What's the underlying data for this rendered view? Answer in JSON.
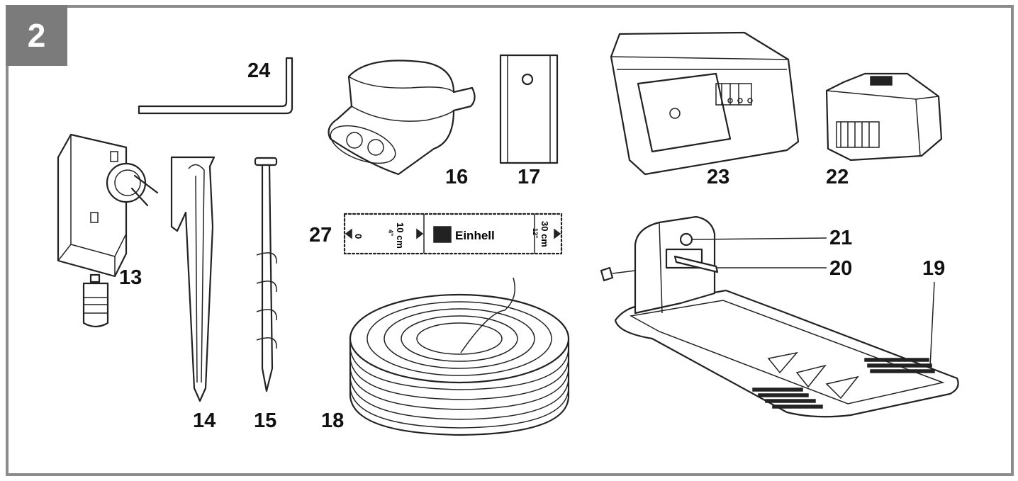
{
  "figure_number": "2",
  "parts": [
    {
      "id": "13",
      "label": "13"
    },
    {
      "id": "14",
      "label": "14"
    },
    {
      "id": "15",
      "label": "15"
    },
    {
      "id": "16",
      "label": "16"
    },
    {
      "id": "17",
      "label": "17"
    },
    {
      "id": "18",
      "label": "18"
    },
    {
      "id": "19",
      "label": "19"
    },
    {
      "id": "20",
      "label": "20"
    },
    {
      "id": "21",
      "label": "21"
    },
    {
      "id": "22",
      "label": "22"
    },
    {
      "id": "23",
      "label": "23"
    },
    {
      "id": "24",
      "label": "24"
    },
    {
      "id": "27",
      "label": "27"
    }
  ],
  "tape": {
    "zero": "0",
    "mark1": "10 cm",
    "mark1_sub": "4\"",
    "brand": "Einhell",
    "mark2": "30 cm",
    "mark2_sub": "12\""
  },
  "colors": {
    "frame": "#8c8c8c",
    "badge": "#7b7b7b",
    "line": "#222222"
  }
}
